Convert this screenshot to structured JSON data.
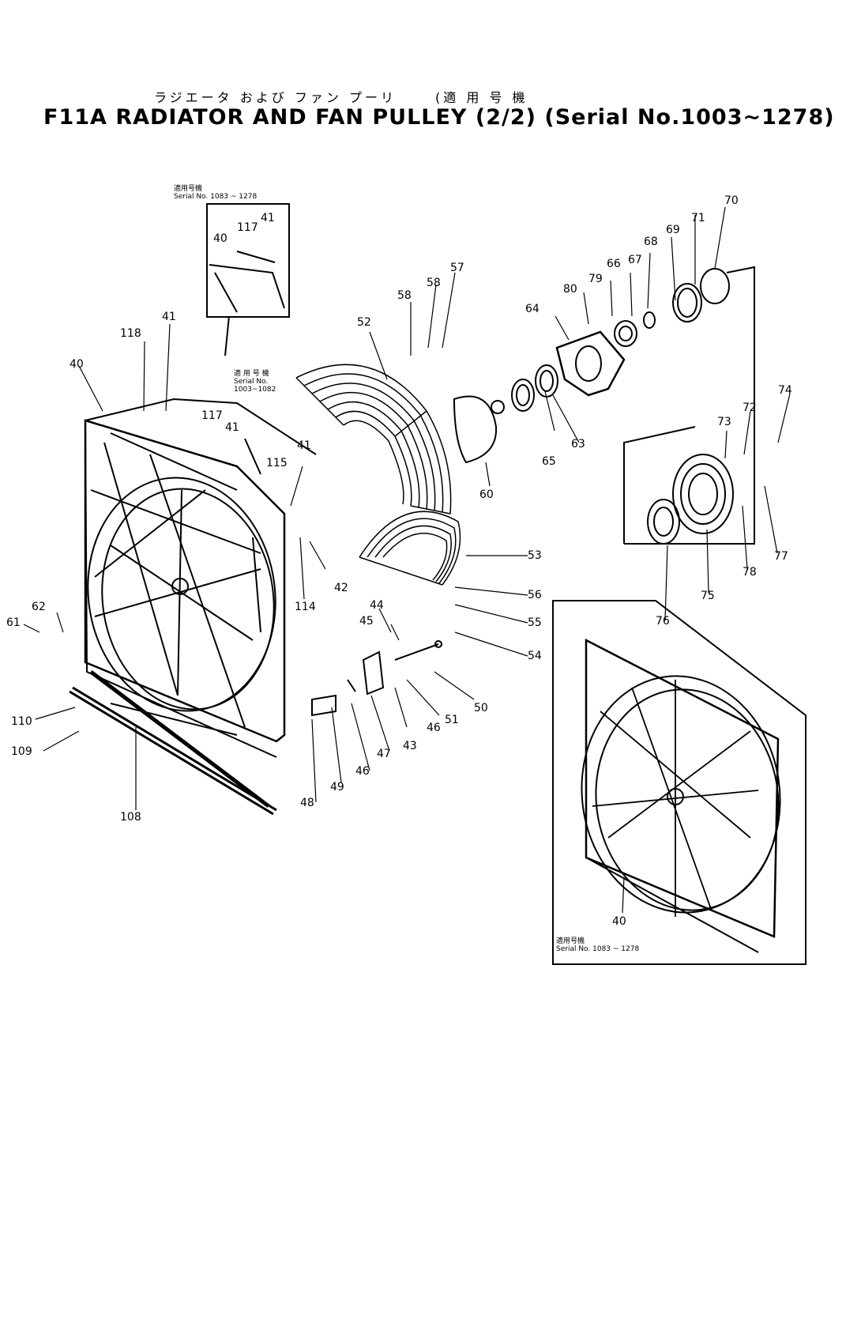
{
  "title": {
    "japanese": "ラジエータ および ファン プーリ",
    "japanese_serial": "(適 用 号 機",
    "main": "F11A RADIATOR AND FAN PULLEY (2/2) (Serial No.1003~1278)"
  },
  "notes": {
    "inset_top": [
      "適用号機",
      "Serial No. 1083 ~ 1278"
    ],
    "inset_mid": [
      "適 用 号 機",
      "Serial No.",
      "1003~1082"
    ],
    "inset_bottom": [
      "適用号機",
      "Serial No. 1083 ~ 1278"
    ]
  },
  "callouts": {
    "c1": "40",
    "c2": "117",
    "c3": "41",
    "c4": "118",
    "c5": "41",
    "c6": "40",
    "c7": "117",
    "c8": "41",
    "c9": "115",
    "c10": "41",
    "c11": "42",
    "c12": "114",
    "c13": "52",
    "c14": "58",
    "c15": "58",
    "c16": "57",
    "c17": "64",
    "c18": "80",
    "c19": "79",
    "c20": "66",
    "c21": "67",
    "c22": "68",
    "c23": "69",
    "c24": "71",
    "c25": "70",
    "c26": "65",
    "c27": "63",
    "c28": "60",
    "c29": "73",
    "c30": "72",
    "c31": "74",
    "c32": "77",
    "c33": "78",
    "c34": "75",
    "c35": "76",
    "c36": "53",
    "c37": "56",
    "c38": "55",
    "c39": "54",
    "c40": "44",
    "c41": "45",
    "c42": "50",
    "c43": "51",
    "c44": "46",
    "c45": "43",
    "c46": "47",
    "c47": "46",
    "c48": "49",
    "c49": "48",
    "c50": "61",
    "c51": "62",
    "c52": "110",
    "c53": "109",
    "c54": "108",
    "c55": "40"
  }
}
